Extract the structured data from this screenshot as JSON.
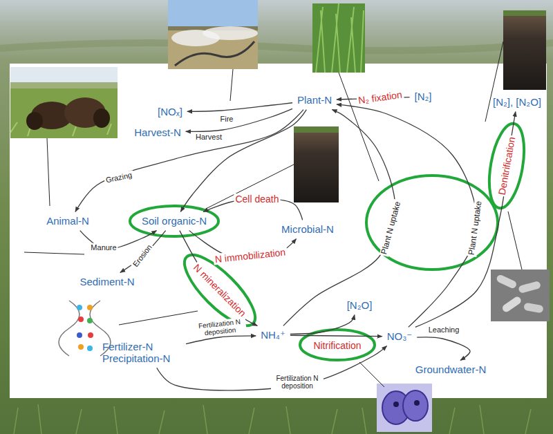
{
  "diagram": {
    "nodes": [
      {
        "text": [
          "[NOₓ]"
        ]
      },
      {
        "text": [
          "Plant-N"
        ]
      },
      {
        "text": [
          "[N₂]"
        ]
      },
      {
        "text": [
          "[N₂], [N₂O]"
        ]
      },
      {
        "text": [
          "Harvest-N"
        ]
      },
      {
        "text": [
          "Animal-N"
        ]
      },
      {
        "text": [
          "Soil organic-N"
        ]
      },
      {
        "text": [
          "Microbial-N"
        ]
      },
      {
        "text": [
          "Sediment-N"
        ]
      },
      {
        "text": [
          "NH₄⁺"
        ]
      },
      {
        "text": [
          "[N₂O]"
        ]
      },
      {
        "text": [
          "NO₃⁻"
        ]
      },
      {
        "text": [
          "Fertilizer-N Precipitation-N"
        ]
      },
      {
        "text": [
          "Groundwater-N"
        ]
      }
    ],
    "edges": [
      {
        "from": 1,
        "to": 0,
        "label": "Fire",
        "arrow": "to"
      },
      {
        "from": 1,
        "to": 4,
        "label": "Harvest",
        "arrow": "to"
      },
      {
        "from": 1,
        "to": 5,
        "label": "Grazing",
        "arrow": "to"
      },
      {
        "from": 1,
        "to": 6,
        "arrow": "to"
      },
      {
        "from": 2,
        "to": 1,
        "label": "N₂ fixation",
        "arrow": "to"
      },
      {
        "from": 5,
        "to": 6,
        "label": "Manure",
        "arrow": "to"
      },
      {
        "from": 6,
        "to": 7,
        "label": "N immobilization",
        "arrow": "to"
      },
      {
        "from": 7,
        "to": 6,
        "label": "Cell death",
        "arrow": "to"
      },
      {
        "from": 6,
        "to": 8,
        "label": "Erosion",
        "arrow": "to"
      },
      {
        "from": 6,
        "to": 9,
        "label": "N mineralization",
        "arrow": "to"
      },
      {
        "from": 12,
        "to": 9,
        "label": "Fertilization N deposition",
        "arrow": "to"
      },
      {
        "from": 12,
        "to": 11,
        "label": "Fertilization N deposition",
        "arrow": "to"
      },
      {
        "from": 9,
        "to": 11,
        "label": "Nitrification",
        "arrow": "to"
      },
      {
        "from": 9,
        "to": 10,
        "arrow": "to"
      },
      {
        "from": 9,
        "to": 1,
        "label": "Plant N uptake",
        "arrow": "to"
      },
      {
        "from": 11,
        "to": 1,
        "label": "Plant N uptake",
        "arrow": "to"
      },
      {
        "from": 11,
        "to": 3,
        "label": "Denitrification",
        "arrow": "to"
      },
      {
        "from": 11,
        "to": 13,
        "label": "Leaching",
        "arrow": "to"
      }
    ]
  }
}
